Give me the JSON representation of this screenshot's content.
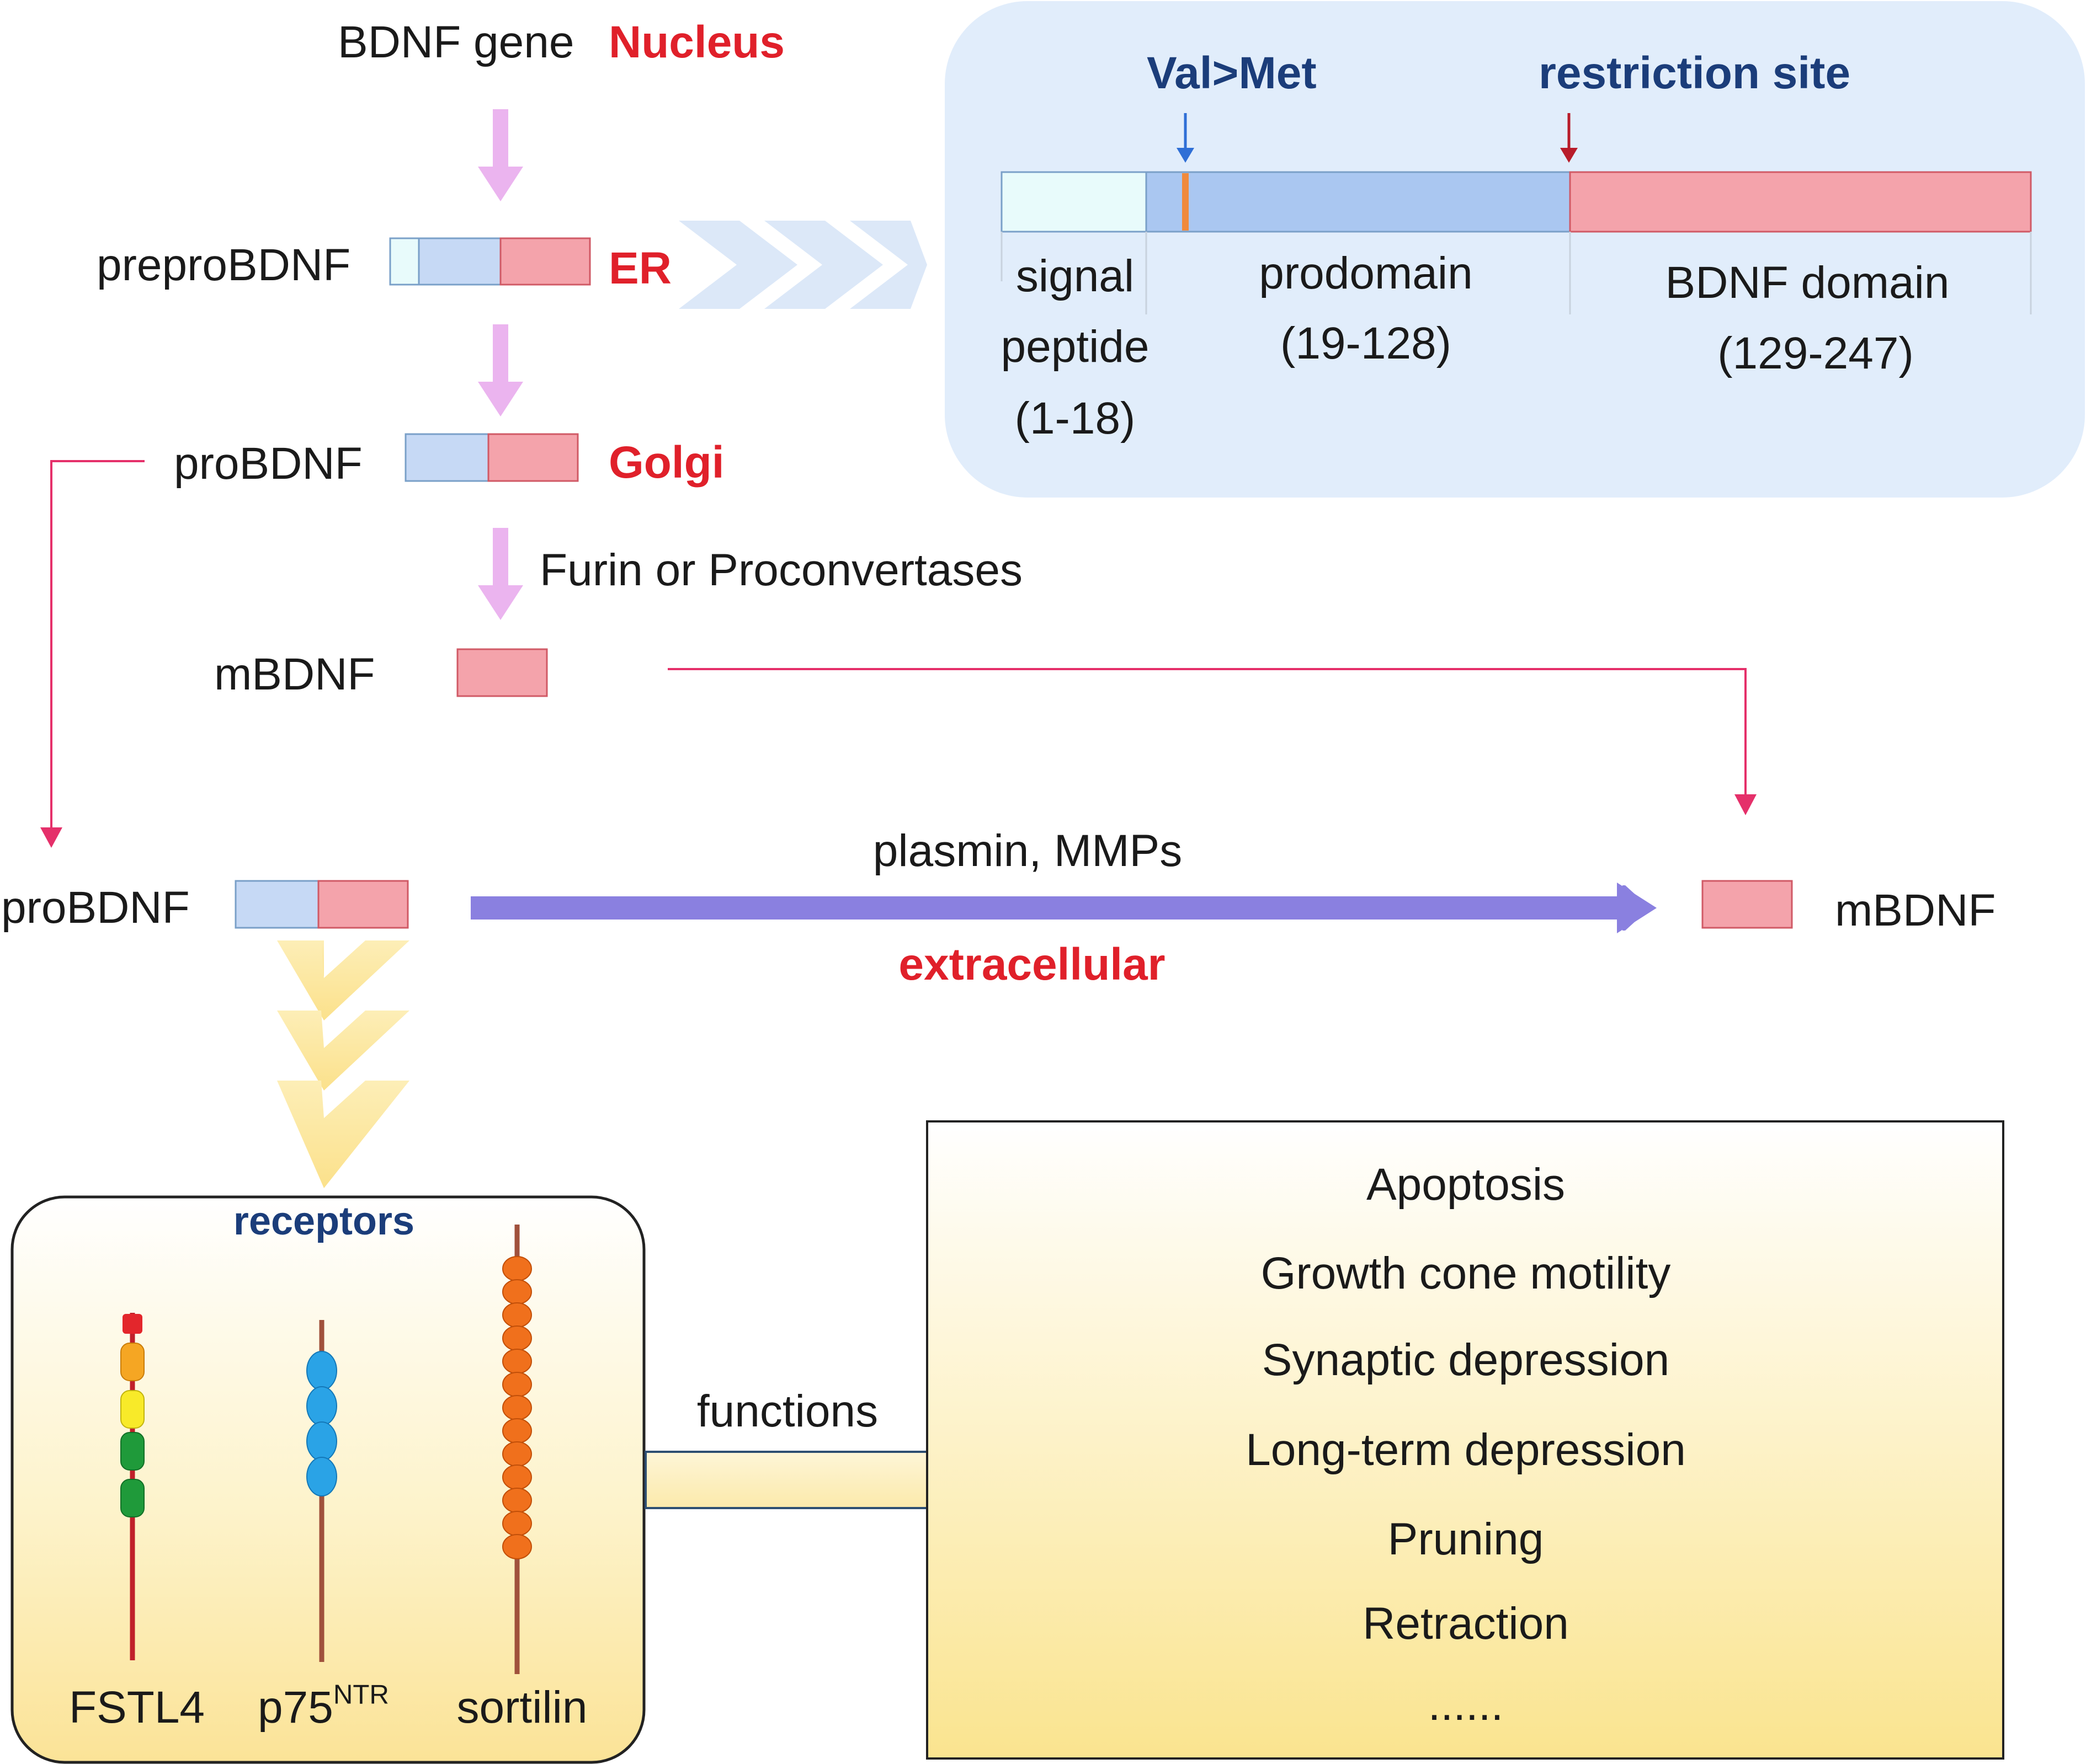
{
  "top": {
    "gene_label": "BDNF gene",
    "nucleus_label": "Nucleus"
  },
  "steps": {
    "prepro_label": "preproBDNF",
    "er_label": "ER",
    "pro_label": "proBDNF",
    "golgi_label": "Golgi",
    "enzyme_label": "Furin or Proconvertases",
    "mature_label": "mBDNF"
  },
  "structure": {
    "val_met_label": "Val>Met",
    "restriction_label": "restriction site",
    "signal_line1": "signal",
    "signal_line2": "peptide",
    "signal_range": "(1-18)",
    "prodomain_label": "prodomain",
    "prodomain_range": "(19-128)",
    "bdnf_domain_label": "BDNF domain",
    "bdnf_domain_range": "(129-247)"
  },
  "extracellular": {
    "pro_label": "proBDNF",
    "enzymes_label": "plasmin, MMPs",
    "location_label": "extracellular",
    "mature_label": "mBDNF"
  },
  "receptors": {
    "title": "receptors",
    "fstl4_label": "FSTL4",
    "p75_label": "p75",
    "p75_sup": "NTR",
    "sortilin_label": "sortilin"
  },
  "functions": {
    "arrow_label": "functions",
    "items": [
      "Apoptosis",
      "Growth cone motility",
      "Synaptic depression",
      "Long-term depression",
      "Pruning",
      "Retraction",
      "......"
    ]
  },
  "colors": {
    "red_text": "#e0202a",
    "navy_text": "#1b3d7a",
    "signal_fill": "#e8fbfb",
    "prodomain_fill": "#aac7f1",
    "bdnf_fill": "#f4a3ab",
    "panel_fill": "#e1edfb",
    "pink_arrow": "#ebb4ef",
    "connector": "#e5306a",
    "purple_arrow": "#8a80e0",
    "chevron_yellow": "#fbe59a",
    "box_yellow": "#fae69a"
  }
}
